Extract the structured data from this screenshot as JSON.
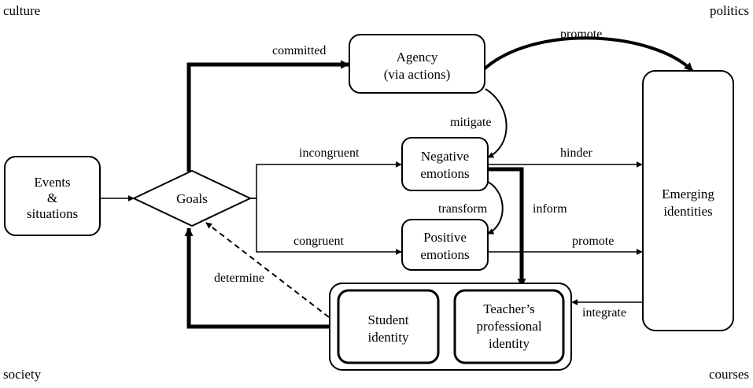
{
  "corners": {
    "top_left": "culture",
    "top_right": "politics",
    "bottom_left": "society",
    "bottom_right": "courses"
  },
  "nodes": {
    "events": [
      "Events",
      "&",
      "situations"
    ],
    "goals": "Goals",
    "agency": [
      "Agency",
      "(via actions)"
    ],
    "negative": [
      "Negative",
      "emotions"
    ],
    "positive": [
      "Positive",
      "emotions"
    ],
    "emerging": [
      "Emerging",
      "identities"
    ],
    "student": [
      "Student",
      "identity"
    ],
    "teacher": [
      "Teacher’s",
      "professional",
      "identity"
    ]
  },
  "edges": {
    "committed": "committed",
    "promote_top": "promote",
    "mitigate": "mitigate",
    "incongruent": "incongruent",
    "hinder": "hinder",
    "transform": "transform",
    "inform": "inform",
    "congruent": "congruent",
    "promote_mid": "promote",
    "determine": "determine",
    "integrate": "integrate"
  }
}
